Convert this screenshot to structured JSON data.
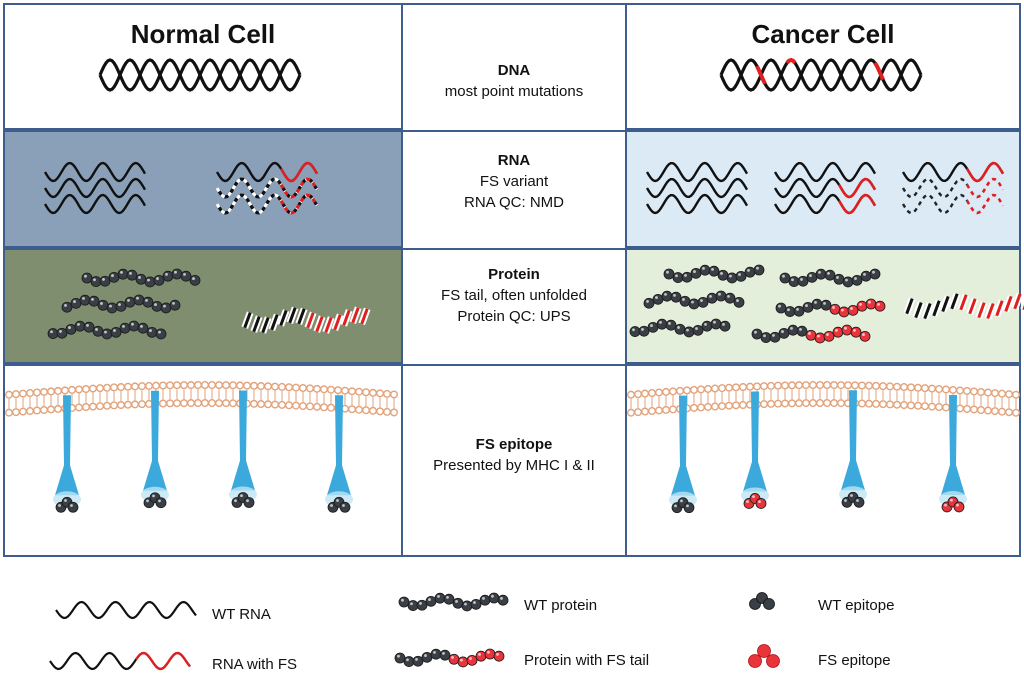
{
  "left_title": "Normal Cell",
  "right_title": "Cancer Cell",
  "rows": {
    "dna": {
      "heading": "DNA",
      "line1": "most point mutations"
    },
    "rna": {
      "heading": "RNA",
      "line1": "FS variant",
      "line2": "RNA QC:  NMD"
    },
    "protein": {
      "heading": "Protein",
      "line1": "FS tail, often unfolded",
      "line2": "Protein QC:  UPS"
    },
    "epitope": {
      "heading": "FS epitope",
      "line1": "Presented by MHC  I & II"
    }
  },
  "legend": {
    "wt_rna": "WT RNA",
    "rna_fs": "RNA with FS",
    "wt_protein": "WT  protein",
    "protein_fs": "Protein with FS tail",
    "wt_epitope": "WT  epitope",
    "fs_epitope": "FS epitope"
  },
  "colors": {
    "border": "#3d5e8c",
    "rna_normal_bg": "#8aa0b8",
    "rna_cancer_bg": "#dceaf6",
    "protein_normal_bg": "#7f8e6e",
    "protein_cancer_bg": "#e3efda",
    "mutation_red": "#e02020",
    "bead_dark": "#3a3f46",
    "bead_red": "#e8343b",
    "mhc_blue": "#3ba9dc",
    "membrane": "#e2a27a"
  }
}
